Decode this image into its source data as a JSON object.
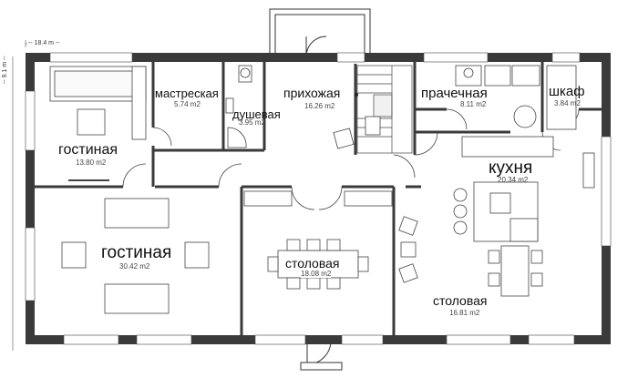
{
  "dimensions": {
    "width": "-- 18.4 m --",
    "height": "-- 9.1 m --"
  },
  "rooms": [
    {
      "name": "мастреская",
      "area": "5.74 m2"
    },
    {
      "name": "прихожая",
      "area": "16.26 m2"
    },
    {
      "name": "прачечная",
      "area": "8.11 m2"
    },
    {
      "name": "шкаф",
      "area": "3.84 m2"
    },
    {
      "name": "душевая",
      "area": "3.95 m2"
    },
    {
      "name": "гостиная",
      "area": "13.80 m2"
    },
    {
      "name": "кухня",
      "area": "20.34 m2"
    },
    {
      "name": "гостиная",
      "area": "30.42 m2"
    },
    {
      "name": "столовая",
      "area": "18.08 m2"
    },
    {
      "name": "столовая",
      "area": "16.81 m2"
    }
  ]
}
